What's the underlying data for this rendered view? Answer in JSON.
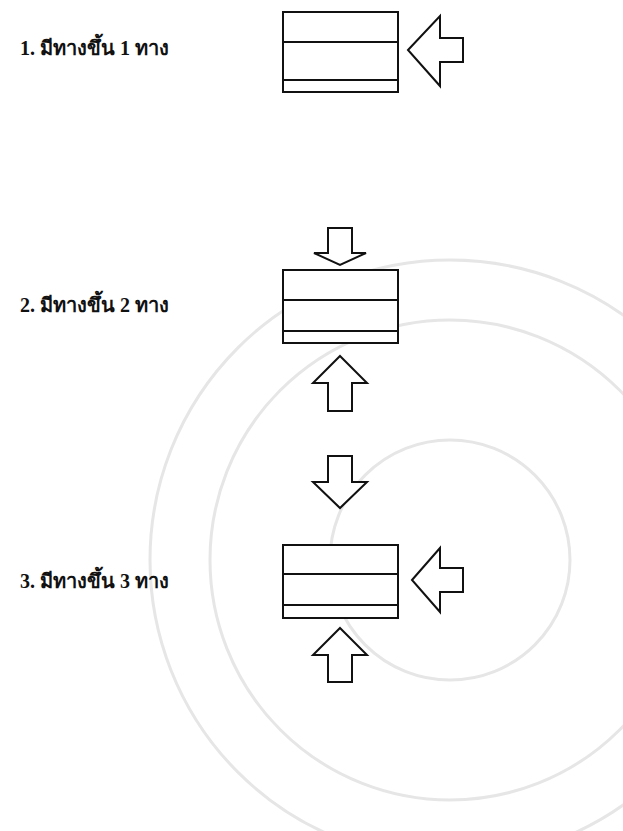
{
  "diagram": {
    "labels": [
      "1. มีทางขึ้น 1 ทาง",
      "2. มีทางขึ้น 2 ทาง",
      "3. มีทางขึ้น 3 ทาง"
    ]
  }
}
